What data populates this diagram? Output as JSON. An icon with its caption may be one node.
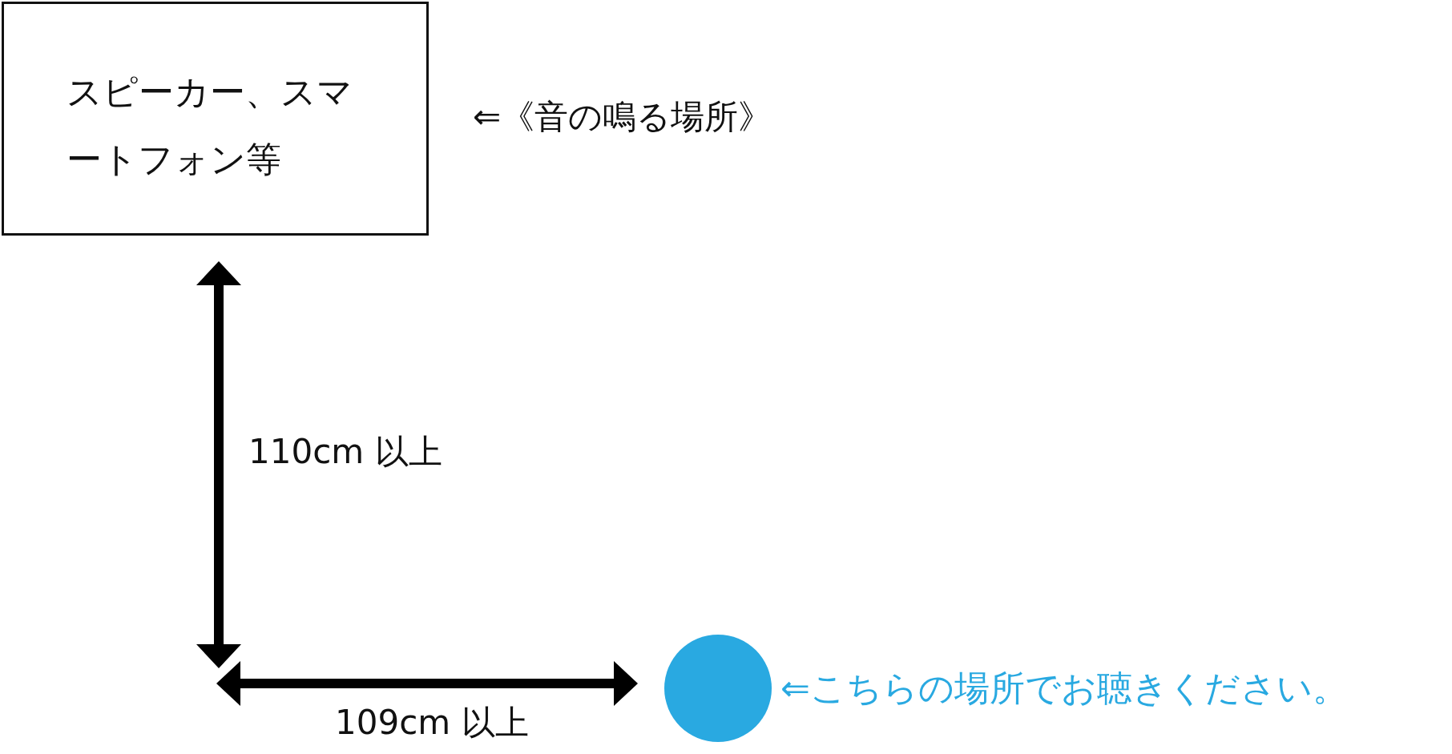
{
  "diagram": {
    "nodes": [
      {
        "text": [
          "スピーカー、スマートフォン等"
        ],
        "beside": [
          "⇐《音の鳴る場所》"
        ]
      },
      {
        "text": [],
        "shape": "circle",
        "beside": [
          "⇐こちらの場所でお聴きください。"
        ]
      }
    ],
    "labels": [
      "110cm 以上",
      "109cm 以上"
    ]
  }
}
